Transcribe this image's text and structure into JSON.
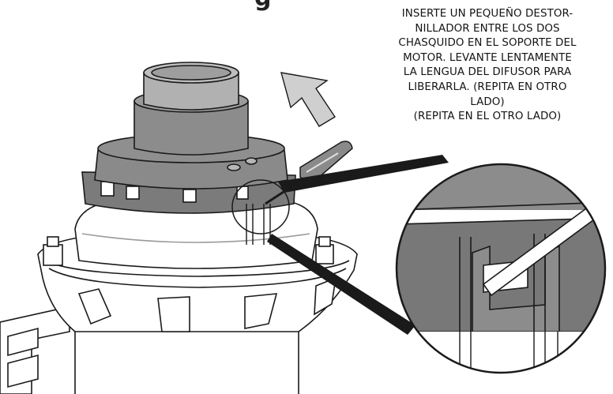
{
  "instruction": {
    "lines": [
      "INSERTE UN PEQUEÑO DESTOR-",
      "NILLADOR ENTRE LOS DOS",
      "CHASQUIDO EN EL SOPORTE DEL",
      "MOTOR. LEVANTE LENTAMENTE",
      "LA LENGUA DEL DIFUSOR PARA",
      "LIBERARLA. (REPITA EN OTRO",
      "LADO)",
      "(REPITA EN EL OTRO LADO)"
    ]
  },
  "colors": {
    "outline": "#1a1a1a",
    "dark_gray": "#6f6f6f",
    "mid_gray": "#8a8a8a",
    "light_gray": "#b8b8b8",
    "arrow_gray": "#cfcfcf",
    "white": "#ffffff"
  }
}
